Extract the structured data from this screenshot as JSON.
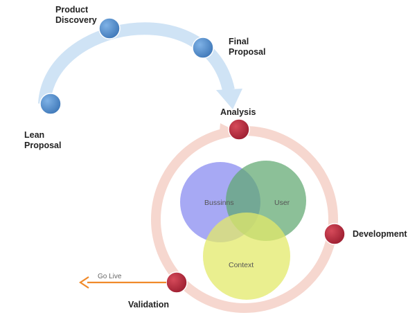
{
  "discovery_phase": {
    "stages": [
      {
        "line1": "Lean",
        "line2": "Proposal"
      },
      {
        "line1": "Product",
        "line2": "Discovery"
      },
      {
        "line1": "Final",
        "line2": "Proposal"
      }
    ]
  },
  "delivery_cycle": {
    "stages": [
      {
        "label": "Analysis"
      },
      {
        "label": "Development"
      },
      {
        "label": "Validation"
      }
    ]
  },
  "venn": {
    "circles": [
      {
        "label": "Bussinns",
        "color": "#8a8cf0"
      },
      {
        "label": "User",
        "color": "#5fa870"
      },
      {
        "label": "Context",
        "color": "#e3ea6a"
      }
    ]
  },
  "go_live": {
    "label": "Go Live",
    "color": "#f08a2a"
  },
  "colors": {
    "discovery_node": "#4a86c6",
    "discovery_arc": "#cfe3f5",
    "cycle_node": "#b52a3a",
    "cycle_ring": "#f6d7cf"
  }
}
